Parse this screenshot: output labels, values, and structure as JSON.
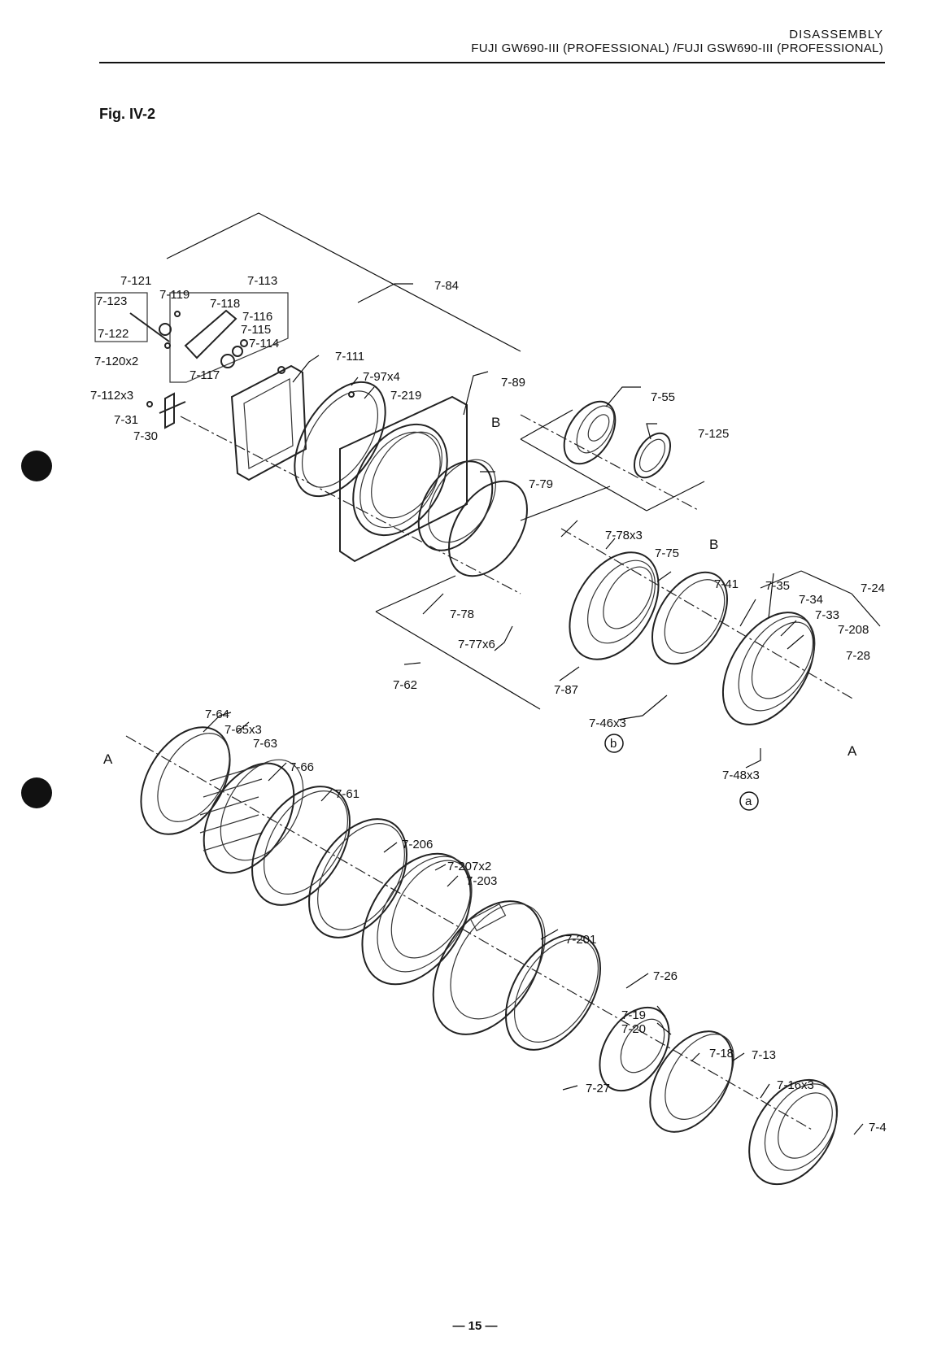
{
  "header": {
    "section": "DISASSEMBLY",
    "models": "FUJI GW690-III (PROFESSIONAL) /FUJI GSW690-III (PROFESSIONAL)"
  },
  "figure": {
    "title": "Fig. IV-2",
    "labels": {
      "p7_121": "7-121",
      "p7_123": "7-123",
      "p7_122": "7-122",
      "p7_119": "7-119",
      "p7_113": "7-113",
      "p7_118": "7-118",
      "p7_116": "7-116",
      "p7_115": "7-115",
      "p7_114": "7-114",
      "p7_117": "7-117",
      "p7_120": "7-120x2",
      "p7_84": "7-84",
      "p7_111": "7-111",
      "p7_97": "7-97x4",
      "p7_219": "7-219",
      "p7_112": "7-112x3",
      "p7_31": "7-31",
      "p7_30": "7-30",
      "p7_89": "7-89",
      "B1": "B",
      "p7_55": "7-55",
      "p7_125": "7-125",
      "p7_79": "7-79",
      "p7_78x3": "7-78x3",
      "p7_75": "7-75",
      "B2": "B",
      "p7_41": "7-41",
      "p7_35": "7-35",
      "p7_34": "7-34",
      "p7_24": "7-24",
      "p7_33": "7-33",
      "p7_208": "7-208",
      "p7_28": "7-28",
      "p7_78": "7-78",
      "p7_77": "7-77x6",
      "p7_62": "7-62",
      "p7_87": "7-87",
      "p7_46": "7-46x3",
      "circ_b": "b",
      "A1": "A",
      "p7_48": "7-48x3",
      "circ_a": "a",
      "p7_64": "7-64",
      "p7_65": "7-65x3",
      "p7_63": "7-63",
      "A2": "A",
      "p7_66": "7-66",
      "p7_61": "7-61",
      "p7_206": "7-206",
      "p7_207": "7-207x2",
      "p7_203": "7-203",
      "p7_201": "7-201",
      "p7_26": "7-26",
      "p7_19": "7-19",
      "p7_20": "7-20",
      "p7_18": "7-18",
      "p7_13": "7-13",
      "p7_16": "7-16x3",
      "p7_27": "7-27",
      "p7_4": "7-4"
    }
  },
  "footer": {
    "page": "— 15 —"
  }
}
